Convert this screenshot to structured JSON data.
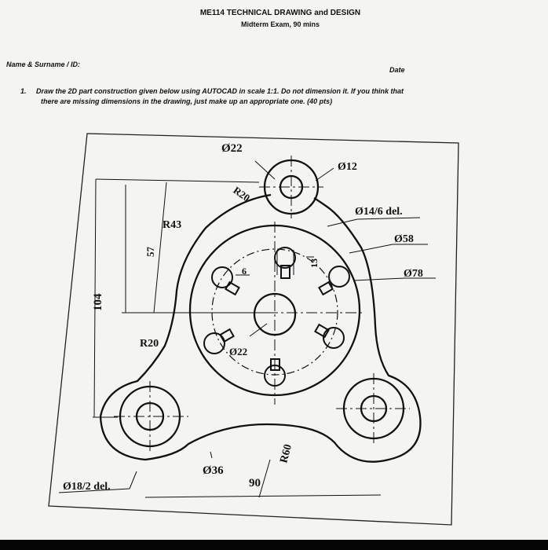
{
  "header": {
    "title": "ME114 TECHNICAL DRAWING and DESIGN",
    "subtitle": "Midterm Exam, 90 mins"
  },
  "form": {
    "name_label": "Name & Surname / ID:",
    "date_label": "Date"
  },
  "question": {
    "number": "1.",
    "line1": "Draw the 2D part construction given below using AUTOCAD in scale 1:1. Do not dimension it. If you think that",
    "line2": "there are missing dimensions in the drawing, just make up an appropriate one. (40 pts)"
  },
  "dimensions": {
    "d22_top": "Ø22",
    "d12": "Ø12",
    "r20_top": "R20",
    "d14_6": "Ø14/6 del.",
    "r43": "R43",
    "d58": "Ø58",
    "d57": "57",
    "d13": "13",
    "d6": "6",
    "d78": "Ø78",
    "d104": "104",
    "r20_left": "R20",
    "d22_center": "Ø22",
    "r60": "R60",
    "d36": "Ø36",
    "d90": "90",
    "d18_2": "Ø18/2 del."
  }
}
